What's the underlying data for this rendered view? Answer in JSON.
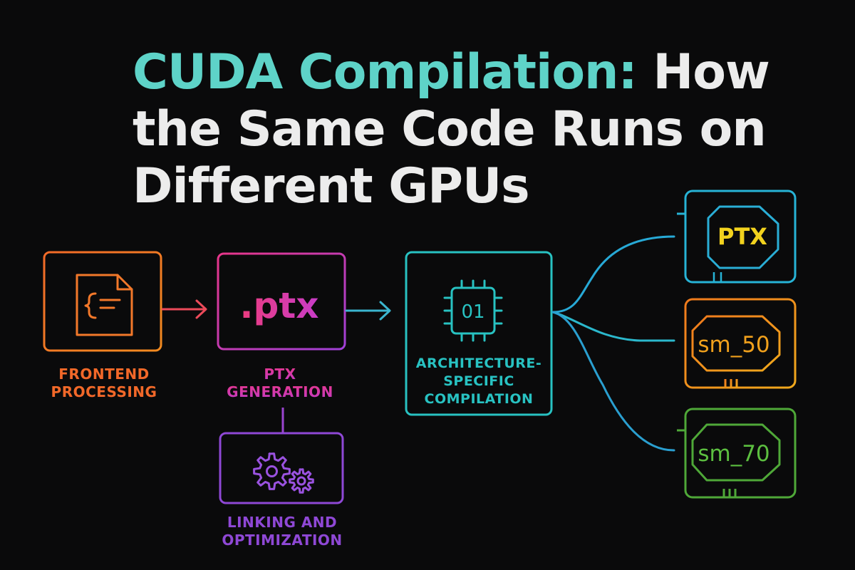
{
  "title": {
    "highlight": "CUDA Compilation:",
    "rest": " How the Same Code Runs on Different GPUs"
  },
  "stages": {
    "frontend": {
      "line1": "FRONTEND",
      "line2": "PROCESSING",
      "color": "#f2662a"
    },
    "ptx": {
      "box_text": ".ptx",
      "line1": "PTX",
      "line2": "GENERATION",
      "color": "#e4308c"
    },
    "linking": {
      "line1": "LINKING AND",
      "line2": "OPTIMIZATION",
      "color": "#8f48d6"
    },
    "arch": {
      "chip_text": "01",
      "line1": "ARCHITECTURE-",
      "line2": "SPECIFIC",
      "line3": "COMPILATION",
      "color": "#28c2c2"
    }
  },
  "targets": [
    {
      "label": "PTX",
      "color": "#27b3d6",
      "label_color": "#f2d21e"
    },
    {
      "label": "sm_50",
      "color": "#f08a1c",
      "label_color": "#f0a01c"
    },
    {
      "label": "sm_70",
      "color": "#4fa838",
      "label_color": "#5cbf40"
    }
  ],
  "icons": [
    "document-icon",
    "gear-icon",
    "chip-icon",
    "gpu-card-icon"
  ]
}
